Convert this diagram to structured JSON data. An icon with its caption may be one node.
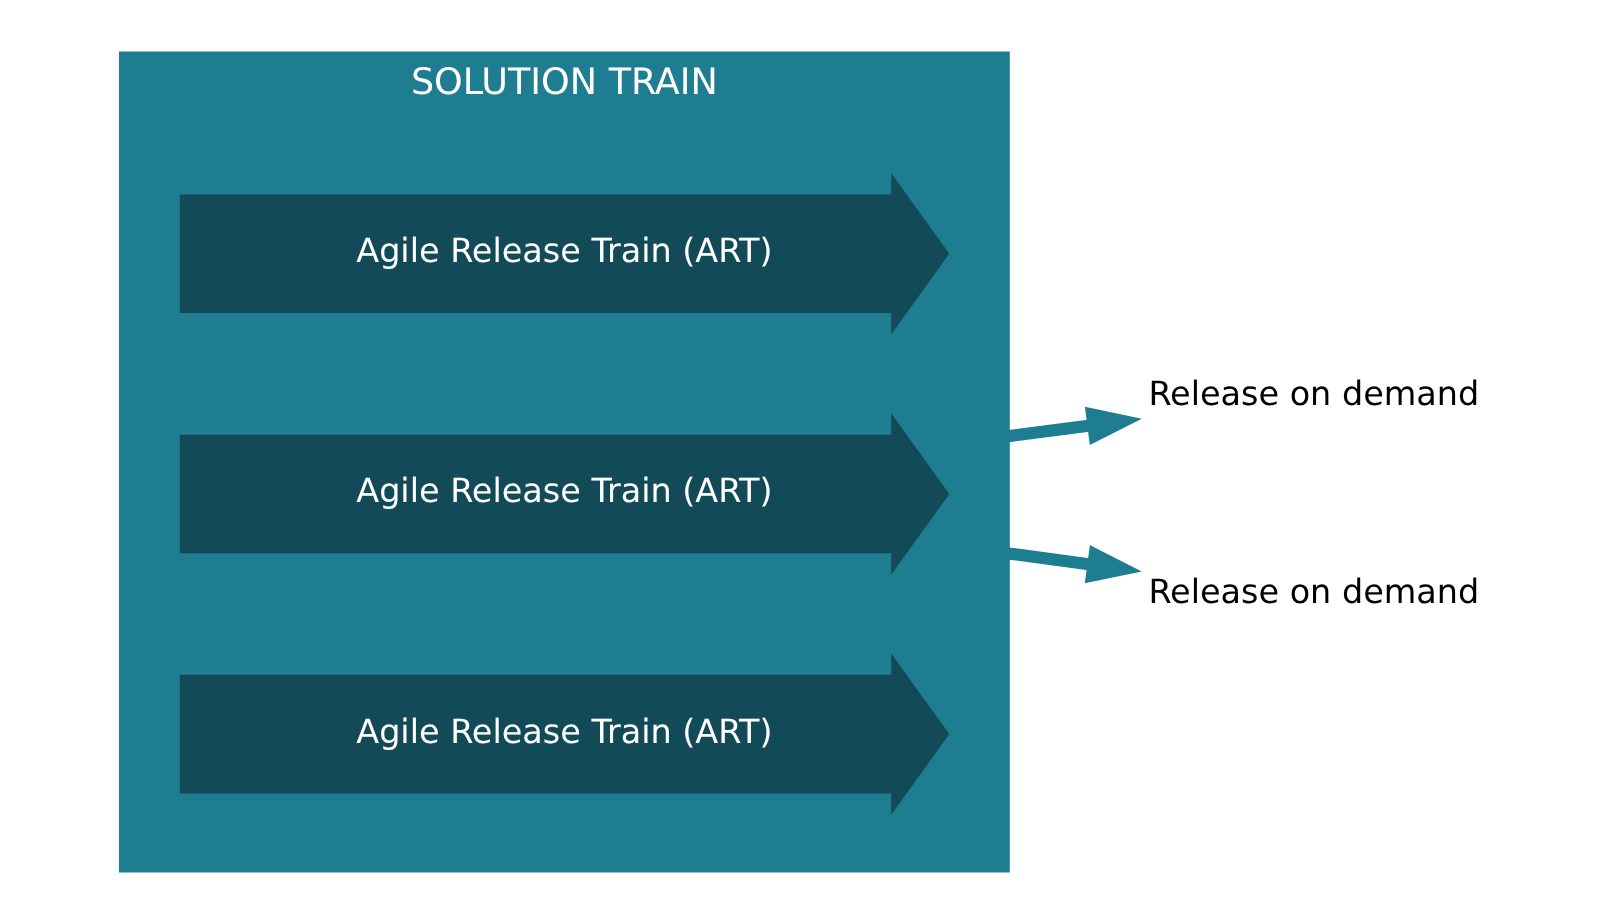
{
  "diagram": {
    "nodes": [
      {
        "text": [
          "SOLUTION TRAIN"
        ]
      },
      {
        "text": [
          "Agile Release Train (ART)"
        ],
        "in": 0
      },
      {
        "text": [
          "Agile Release Train (ART)"
        ],
        "in": 0
      },
      {
        "text": [
          "Agile Release Train (ART)"
        ],
        "in": 0
      },
      {
        "text": [
          "Release on demand"
        ]
      },
      {
        "text": [
          "Release on demand"
        ]
      }
    ],
    "edges": [
      {
        "from": 0,
        "to": 4,
        "arrow": "to"
      },
      {
        "from": 0,
        "to": 5,
        "arrow": "to"
      }
    ]
  }
}
